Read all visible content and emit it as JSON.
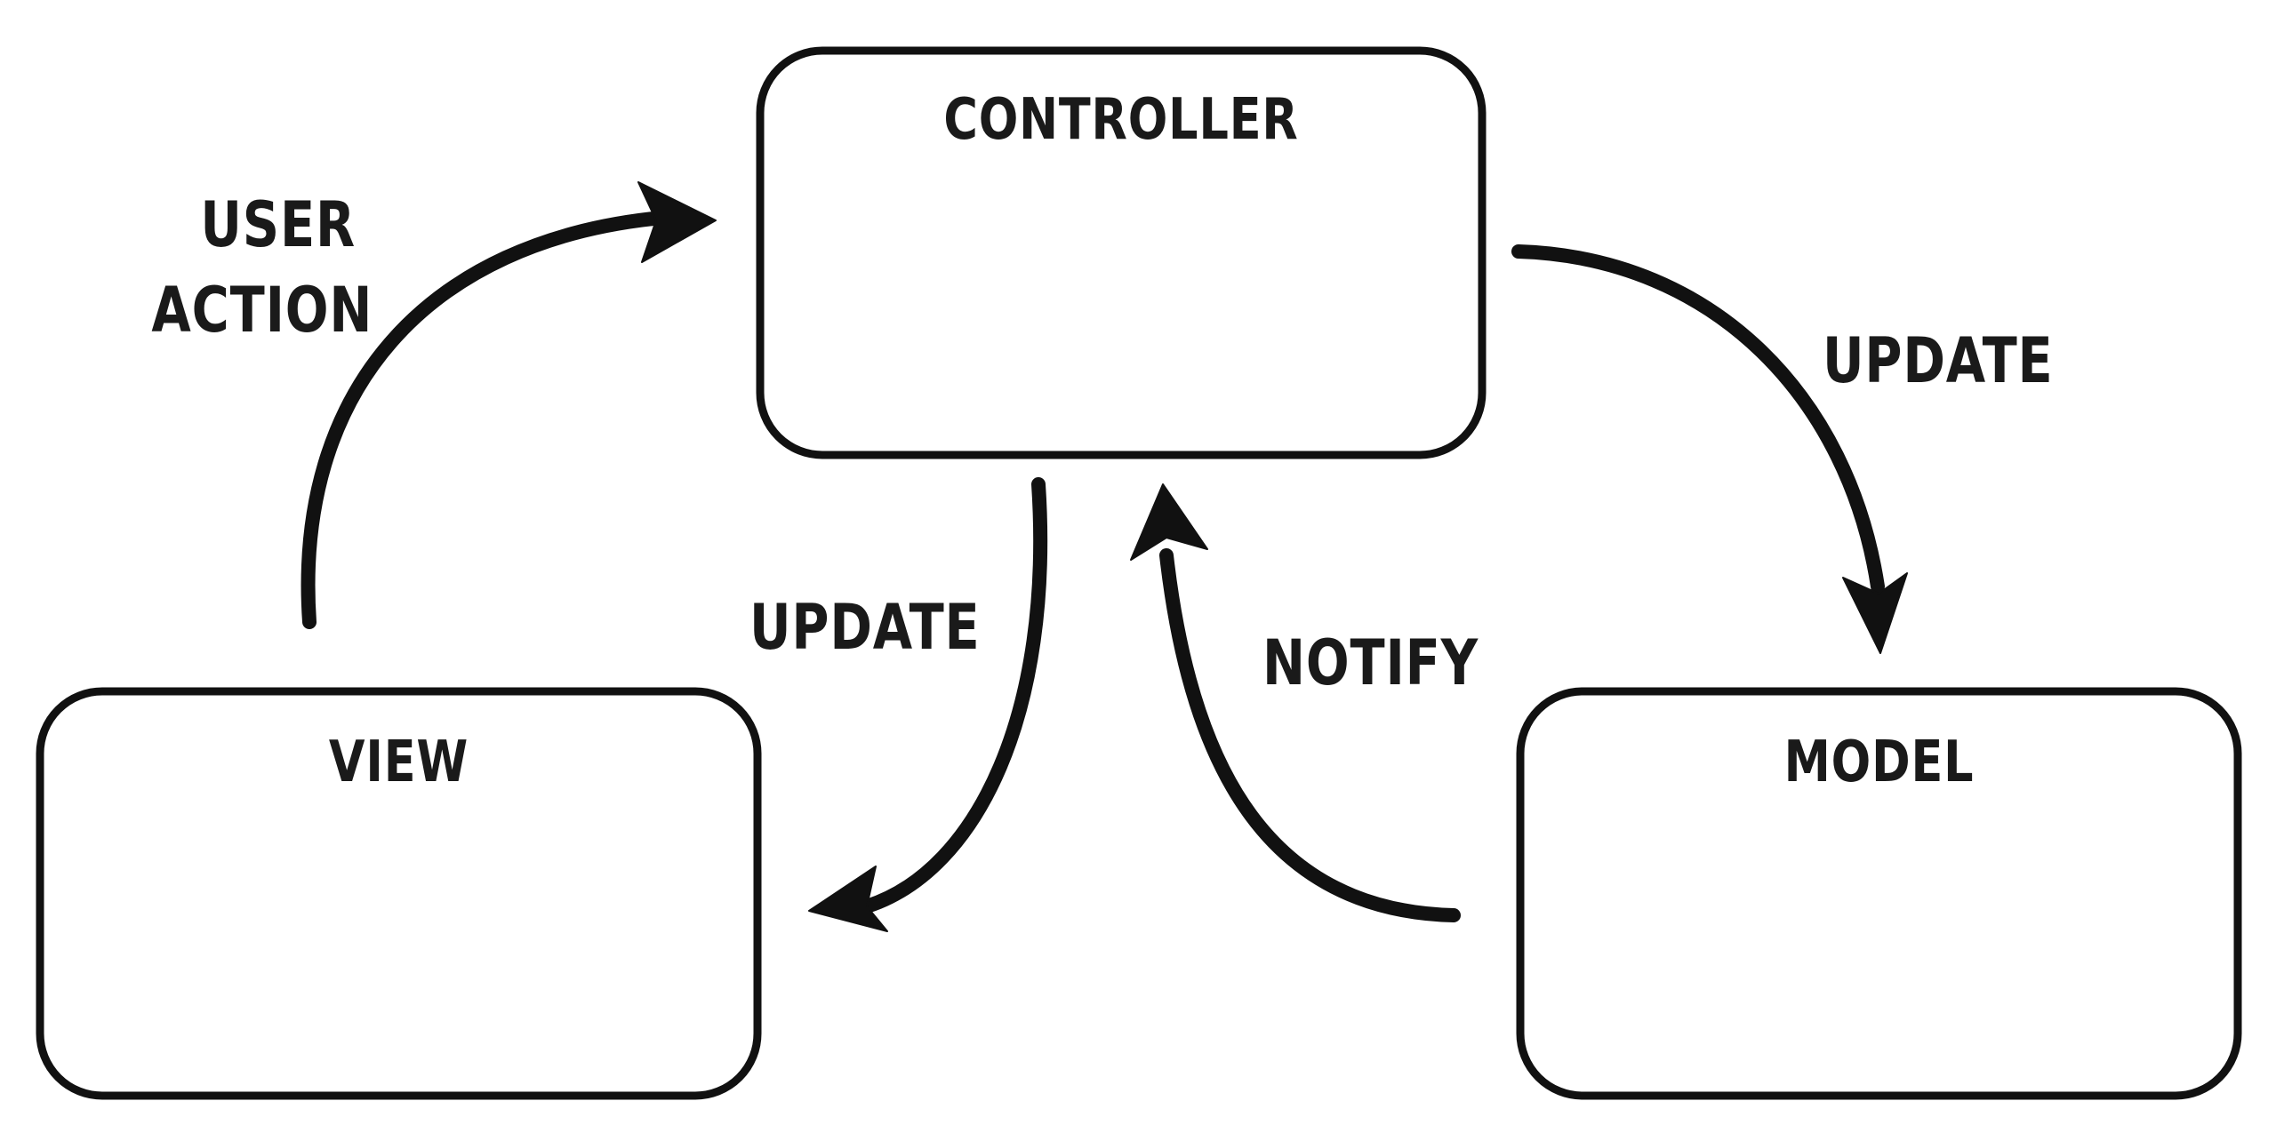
{
  "boxes": {
    "controller": {
      "title": "CONTROLLER",
      "color": "#f9ad3c"
    },
    "view": {
      "title": "VIEW",
      "color": "#80c9b2"
    },
    "model": {
      "title": "MODEL",
      "color": "#ae9ccc"
    }
  },
  "arrows": {
    "user_action": {
      "line1": "USER",
      "line2": "ACTION"
    },
    "update_model": {
      "label": "UPDATE"
    },
    "update_view": {
      "label": "UPDATE"
    },
    "notify": {
      "label": "NOTIFY"
    }
  }
}
